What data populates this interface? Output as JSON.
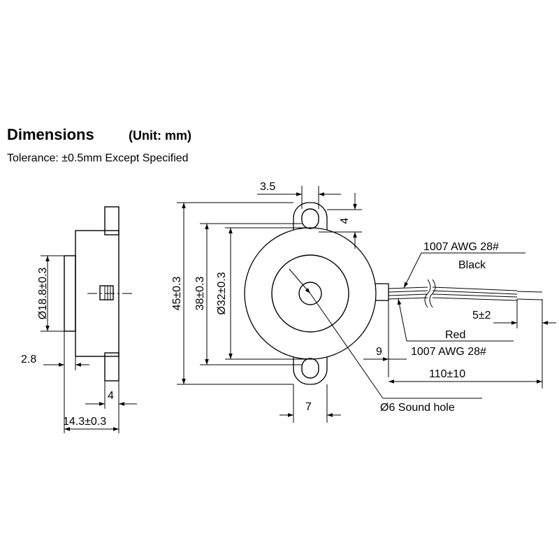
{
  "header": {
    "title": "Dimensions",
    "unit": "(Unit: mm)",
    "tolerance": "Tolerance: ±0.5mm Except Specified"
  },
  "side_view": {
    "dia_front": "Ø18.8±0.3",
    "thickness_front": "2.8",
    "tab_width": "4",
    "total_depth": "14.3±0.3"
  },
  "front_view": {
    "overall_height": "45±0.3",
    "hole_pitch": "38±0.3",
    "body_dia": "Ø32±0.3",
    "hole_width": "3.5",
    "hole_offset": "4",
    "tab_width": "7",
    "sound_hole": "Ø6 Sound hole"
  },
  "wires": {
    "black_spec": "1007 AWG 28#",
    "black_label": "Black",
    "red_label": "Red",
    "red_spec": "1007 AWG 28#",
    "strip_length": "5±2",
    "sleeve_length": "9",
    "wire_length": "110±10"
  }
}
